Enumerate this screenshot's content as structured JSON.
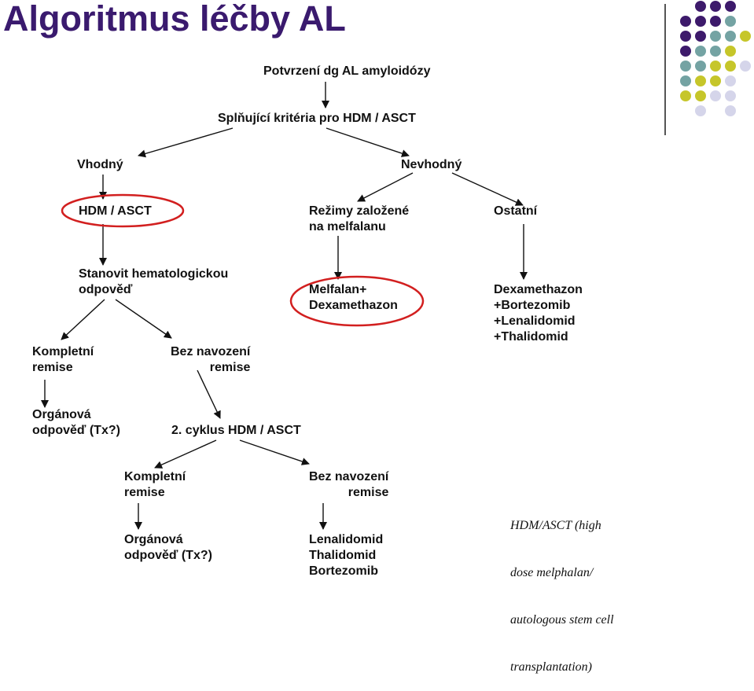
{
  "title": "Algoritmus léčby AL",
  "colors": {
    "title": "#3a1a6e",
    "dot_purple": "#3d1a6b",
    "dot_teal": "#74a3a3",
    "dot_yellow": "#c6c62a",
    "dot_lavender": "#d5d5ea",
    "highlight_ring": "#d21f1f"
  },
  "flow": {
    "confirm": "Potvrzení dg AL amyloidózy",
    "criteria": "Splňující kritéria pro HDM / ASCT",
    "eligible": "Vhodný",
    "ineligible": "Nevhodný",
    "hdm1": "HDM / ASCT",
    "mel_regimens_l1": "Režimy založené",
    "mel_regimens_l2": "na melfalanu",
    "other": "Ostatní",
    "assess_l1": "Stanovit hematologickou",
    "assess_l2": "odpověď",
    "melfalan_l1": "Melfalan+",
    "melfalan_l2": "Dexamethazon",
    "dexa_l1": "Dexamethazon",
    "dexa_l2": "+Bortezomib",
    "dexa_l3": "+Lenalidomid",
    "dexa_l4": "+Thalidomid",
    "cr1_l1": "Kompletní",
    "cr1_l2": "remise",
    "nr1_l1": "Bez navození",
    "nr1_l2": "remise",
    "organ1_l1": "Orgánová",
    "organ1_l2": "odpověď (Tx?)",
    "cycle2": "2. cyklus HDM / ASCT",
    "cr2_l1": "Kompletní",
    "cr2_l2": "remise",
    "nr2_l1": "Bez navození",
    "nr2_l2": "remise",
    "organ2_l1": "Orgánová",
    "organ2_l2": "odpověď (Tx?)",
    "rescue_l1": "Lenalidomid",
    "rescue_l2": "Thalidomid",
    "rescue_l3": "Bortezomib"
  },
  "note": {
    "l1": "HDM/ASCT (high",
    "l2": "dose melphalan/",
    "l3": "autologous stem cell",
    "l4": "transplantation)"
  }
}
